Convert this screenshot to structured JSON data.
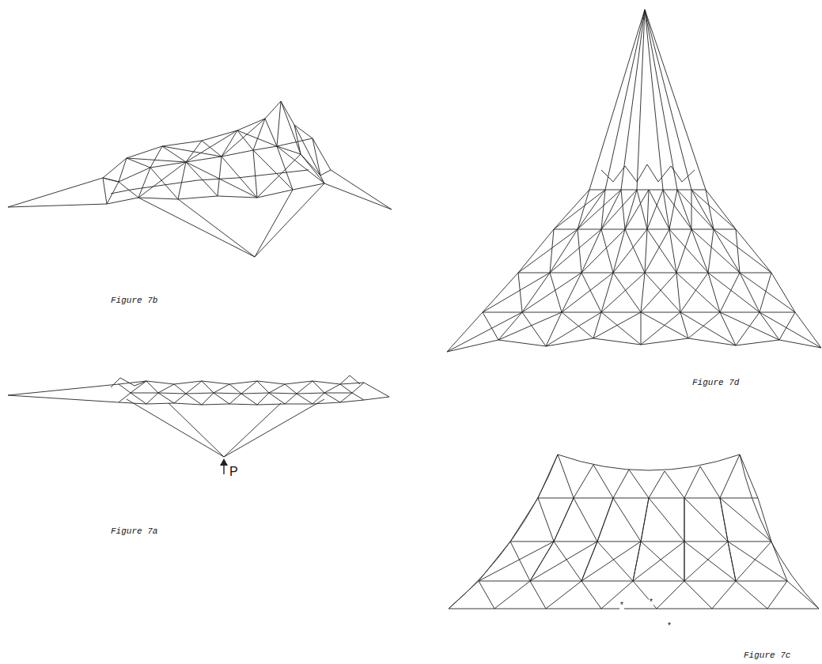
{
  "diagram": {
    "labels": [
      "Figure 7b",
      "P",
      "Figure 7a",
      "Figure 7d",
      "Figure 7c",
      "*",
      "*",
      "*"
    ]
  }
}
